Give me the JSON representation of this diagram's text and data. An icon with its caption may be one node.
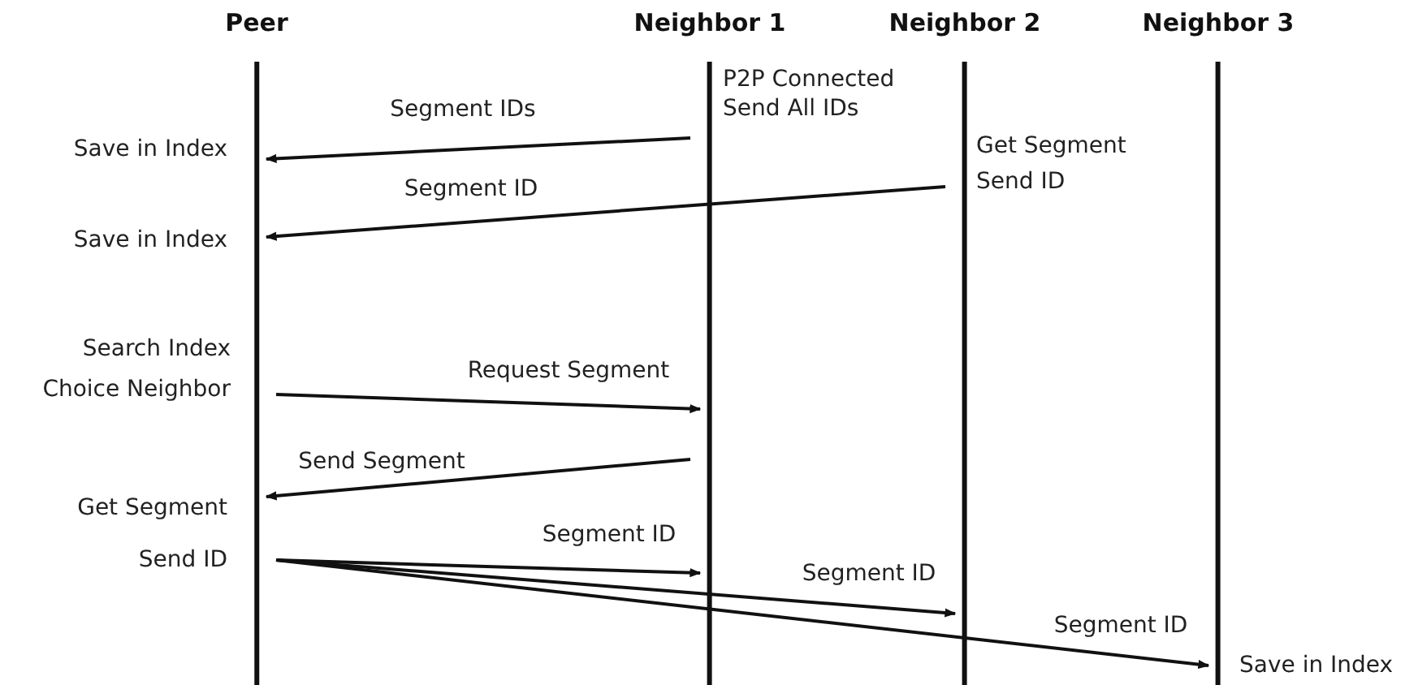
{
  "diagram": {
    "nodes": [
      {
        "text": [
          "Peer"
        ],
        "beside": [
          "Save in Index",
          "Save in Index",
          "Search Index Choice Neighbor",
          "Get Segment Send ID"
        ]
      },
      {
        "text": [
          "Neighbor 1"
        ],
        "beside": [
          "P2P Connected Send All IDs"
        ]
      },
      {
        "text": [
          "Neighbor 2"
        ],
        "beside": [
          "Get Segment Send ID"
        ]
      },
      {
        "text": [
          "Neighbor 3"
        ],
        "beside": [
          "Save in Index"
        ]
      }
    ],
    "edges": [
      {
        "from": 1,
        "to": 0,
        "arrow": "to",
        "label": "Segment IDs"
      },
      {
        "from": 2,
        "to": 0,
        "arrow": "to",
        "label": "Segment ID"
      },
      {
        "from": 0,
        "to": 1,
        "arrow": "to",
        "label": "Request Segment"
      },
      {
        "from": 1,
        "to": 0,
        "arrow": "to",
        "label": "Send Segment"
      },
      {
        "from": 0,
        "to": 1,
        "arrow": "to",
        "label": "Segment ID"
      },
      {
        "from": 0,
        "to": 2,
        "arrow": "to",
        "label": "Segment ID"
      },
      {
        "from": 0,
        "to": 3,
        "arrow": "to",
        "label": "Segment ID"
      }
    ]
  }
}
